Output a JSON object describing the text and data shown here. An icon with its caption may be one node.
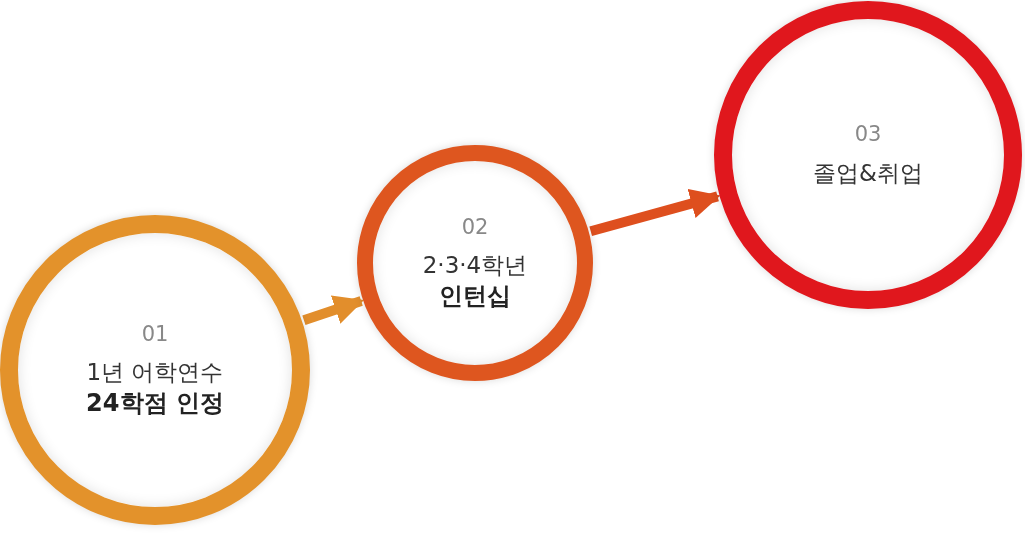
{
  "diagram": {
    "nodes": [
      {
        "text": [
          "01",
          "1년 어학연수",
          "24학점 인정"
        ]
      },
      {
        "text": [
          "02",
          "2·3·4학년",
          "인턴십"
        ]
      },
      {
        "text": [
          "03",
          "졸업&취업"
        ]
      }
    ],
    "edges": [
      {
        "from": 0,
        "to": 1,
        "arrow": "to",
        "color": "#e28e2c"
      },
      {
        "from": 1,
        "to": 2,
        "arrow": "to",
        "color": "#de4f1e"
      }
    ]
  }
}
